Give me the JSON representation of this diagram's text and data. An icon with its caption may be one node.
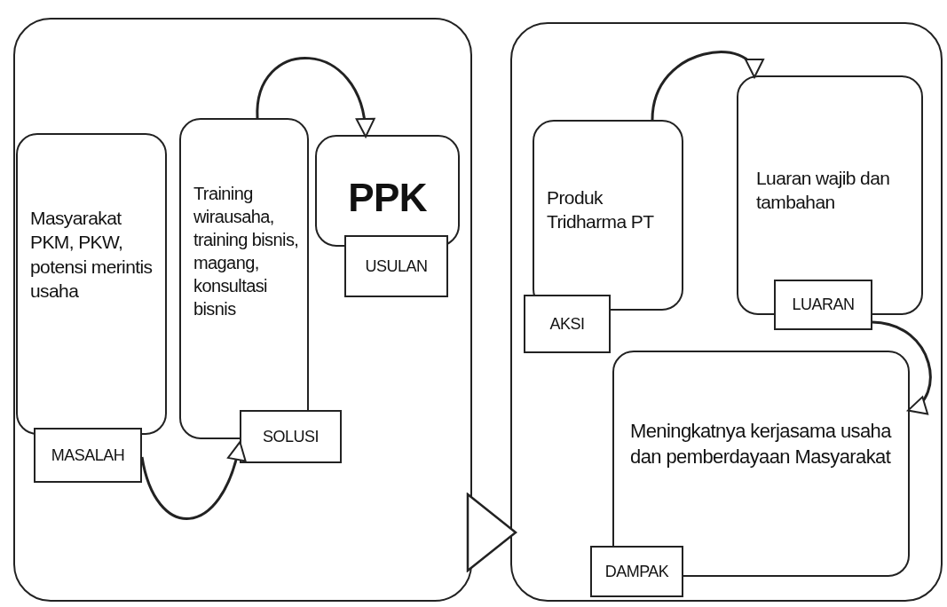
{
  "diagram": {
    "nodes": [
      {
        "text": [],
        "shape": "box"
      },
      {
        "text": [
          "Masyarakat PKM, PKW, potensi merintis usaha"
        ],
        "in": 0
      },
      {
        "text": [
          "MASALAH"
        ],
        "in": 0
      },
      {
        "text": [
          "Training wirausaha, training bisnis, magang, konsultasi bisnis"
        ],
        "in": 0
      },
      {
        "text": [
          "SOLUSI"
        ],
        "in": 0
      },
      {
        "text": [
          "PPK"
        ],
        "in": 0
      },
      {
        "text": [
          "USULAN"
        ],
        "in": 0
      },
      {
        "text": [],
        "shape": "box"
      },
      {
        "text": [
          "Produk Tridharma PT"
        ],
        "in": 7
      },
      {
        "text": [
          "AKSI"
        ],
        "in": 7
      },
      {
        "text": [
          "Luaran wajib dan tambahan"
        ],
        "in": 7
      },
      {
        "text": [
          "LUARAN"
        ],
        "in": 7
      },
      {
        "text": [
          "Meningkatnya kerjasama usaha dan pemberdayaan Masyarakat"
        ],
        "in": 7
      },
      {
        "text": [
          "DAMPAK"
        ],
        "in": 7
      }
    ],
    "edges": [
      {
        "from": 2,
        "to": 4,
        "arrow": "to"
      },
      {
        "from": 3,
        "to": 5,
        "arrow": "to"
      },
      {
        "from": 8,
        "to": 10,
        "arrow": "to"
      },
      {
        "from": 11,
        "to": 12,
        "arrow": "to"
      },
      {
        "from": 0,
        "to": 7,
        "arrow": "to",
        "style": "thick"
      }
    ]
  }
}
